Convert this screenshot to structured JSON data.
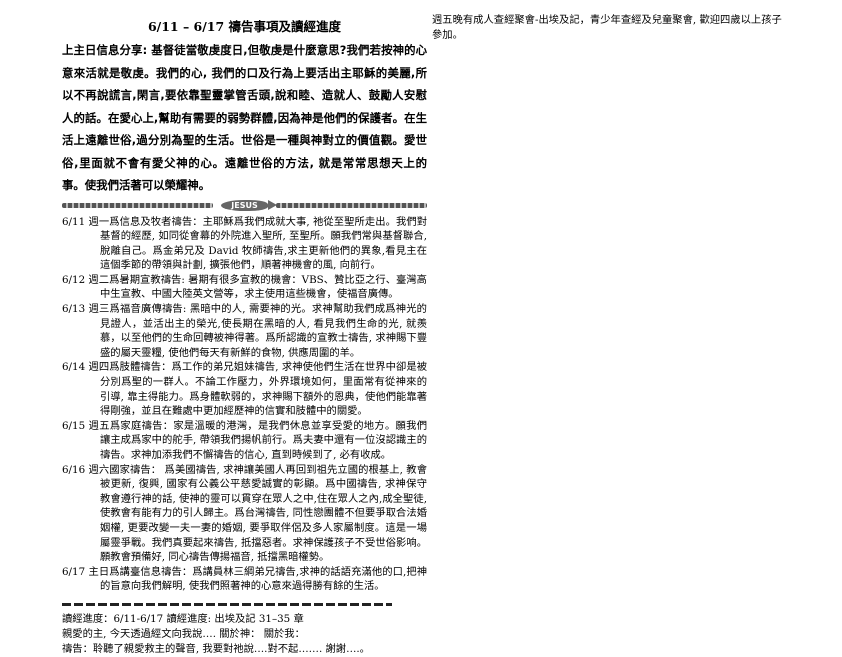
{
  "title": "6/11 – 6/17 禱告事項及讀經進度",
  "intro": "上主日信息分享: 基督徒當敬虔度日,但敬虔是什麼意思?我們若按神的心意來活就是敬虔。我們的心, 我們的口及行為上要活出主耶穌的美麗,所以不再說謊言,閑言,要依靠聖靈掌管舌頭,說和睦、造就人、鼓勵人安慰人的話。在愛心上,幫助有需要的弱勢群體,因為神是他們的保護者。在生活上遠離世俗,過分別為聖的生活。世俗是一種與神對立的價值觀。愛世俗,里面就不會有愛父神的心。遠離世俗的方法, 就是常常思想天上的事。使我們活著可以榮耀神。",
  "divider_logo": "JESUS",
  "prayers": [
    {
      "label": "6/11 週一",
      "text": "爲信息及牧者禱告：主耶穌爲我們成就大事, 祂從至聖所走出。我們對基督的經歷, 如同從會幕的外院進入聖所, 至聖所。願我們常與基督聯合, 脫離自己。爲金弟兄及 David 牧師禱告,求主更新他們的異象,看見主在這個季節的帶領與計劃, 擴張他們，順著神機會的風, 向前行。"
    },
    {
      "label": "6/12 週二",
      "text": "爲暑期宣教禱告: 暑期有很多宣教的機會：VBS、贊比亞之行、臺灣高中生宣教、中國大陸英文營等，求主使用這些機會，使福音廣傳。"
    },
    {
      "label": "6/13 週三",
      "text": "爲福音廣傳禱告: 黑暗中的人, 需要神的光。求神幫助我們成爲神光的見證人，並活出主的榮光,使長期在黑暗的人, 看見我們生命的光, 就羨慕，以至他們的生命回轉被神得著。爲所認識的宣教士禱告, 求神賜下豐盛的屬天靈糧, 使他們每天有新鮮的食物, 供應周圍的羊。"
    },
    {
      "label": "6/14 週四",
      "text": "爲肢體禱告：爲工作的弟兄姐妹禱告, 求神使他們生活在世界中卻是被分別爲聖的一群人。不論工作壓力，外界環境如何，里面常有從神來的引導, 靠主得能力。爲身體軟弱的，求神賜下額外的恩典，使他們能靠著得剛強，並且在難處中更加經歷神的信實和肢體中的關愛。"
    },
    {
      "label": "6/15 週五",
      "text": "爲家庭禱告：家是溫暖的港灣，是我們休息並享受愛的地方。願我們讓主成爲家中的舵手, 帶領我們揚帆前行。爲夫妻中還有一位沒認識主的禱告。求神加添我們不懈禱告的信心, 直到時候到了, 必有收成。"
    },
    {
      "label": "6/16 週六",
      "text": "國家禱告： 爲美國禱告, 求神讓美國人再回到祖先立國的根基上, 教會被更新, 復興, 國家有公義公平慈愛誠實的彰顯。爲中國禱告, 求神保守教會遵行神的話, 使神的靈可以貫穿在眾人之中,住在眾人之內,成全聖徒, 使教會有能有力的引人歸主。爲台灣禱告, 同性戀團體不但要爭取合法婚姻權, 更要改變一夫一妻的婚姻, 要爭取伴侶及多人家屬制度。這是一場屬靈爭戰。我們真要起來禱告, 抵擋惡者。求神保護孩子不受世俗影响。願教會預備好, 同心禱告傳揚福音, 抵擋黑暗權勢。"
    },
    {
      "label": "6/17 主日",
      "text": "爲講臺信息禱告：爲講員林三綱弟兄禱告,求神的話語充滿他的口,把神的旨意向我們解明, 使我們照著神的心意來過得勝有餘的生活。"
    }
  ],
  "footer": {
    "reading": "讀經進度：6/11-6/17  讀經進度: 出埃及記 31–35 章",
    "reflection": "親愛的主, 今天透過經文向我說…. 關於神：        關於我：",
    "prayer": "禱告：聆聽了親愛救主的聲音, 我要對祂說….對不起……. 謝謝….。"
  },
  "notice": "週五晚有成人查經聚會-出埃及記，青少年查經及兒童聚會, 歡迎四歲以上孩子參加。"
}
